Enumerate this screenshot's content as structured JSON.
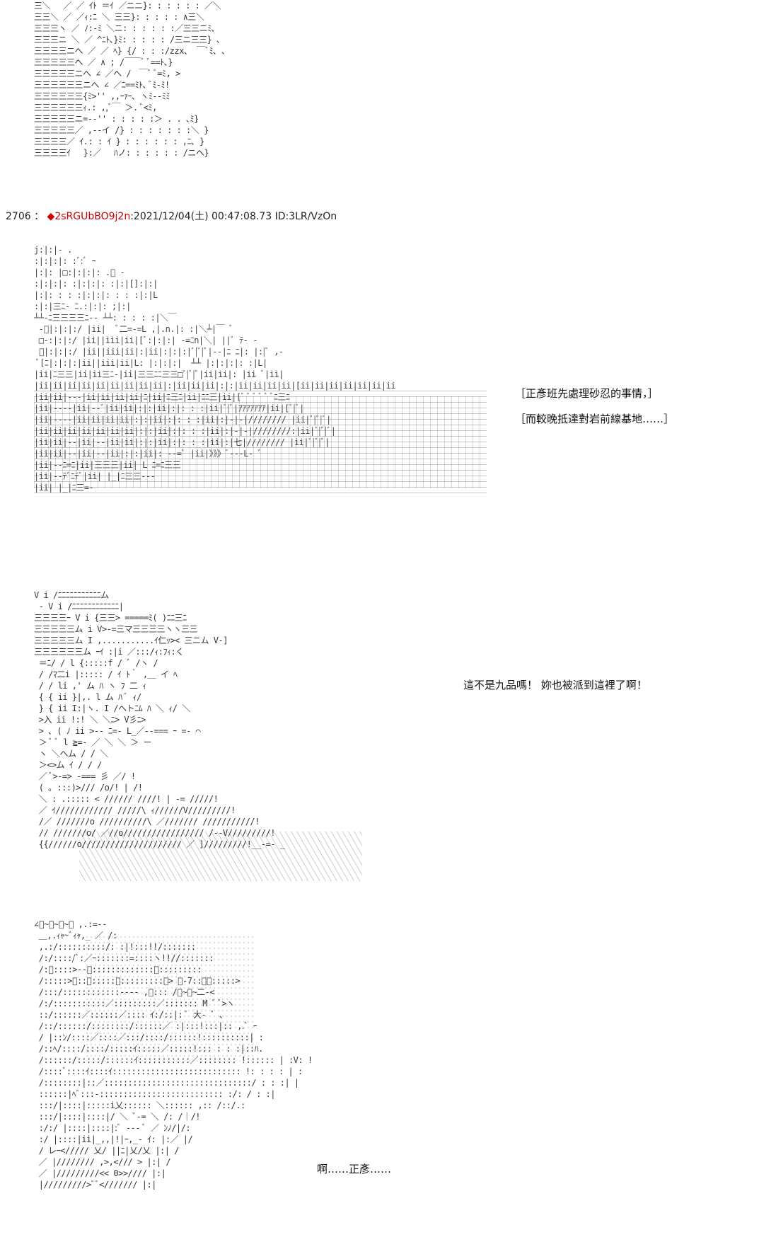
{
  "post": {
    "number": "2706",
    "separator": "：",
    "marker": "◆",
    "name": "2sRGUbBO9j2n",
    "datetime": ":2021/12/04(土) 00:47:08.73 ID:3LR/VzOn"
  },
  "captions": {
    "line1": "［正彥班先處理砂忍的事情，］",
    "line2": "［而較晚抵達對岩前線基地……］",
    "line3": "這不是九品嗎！ 妳也被派到這裡了啊！",
    "line4": "啊……正彥……"
  },
  "art": {
    "scene1": "三＼　 ／ ／ ｲﾄ ＝ｲ ／ニニ}: : : : : : ／＼\n三三＼ ／ ／ｨ:ﾆ ＼ 三三}: : : : : ∧三＼\n三三三ヽ ／ ﾉ:-ﾐ ＼ニ: : : : : :／三三ニﾐ､\n三三三ニ ＼ ／ ^ﾆﾄ､}ﾐ: : : : : /三ニ三三} ､\n三三三三ニへ ／ ／ ﾍ} {/ : : :/zzx、 ￣ﾞﾐ､ ､\n三三三三三へ ／ ∧ ; /￣￣ﾞ ﾞ==ﾄ､}\n三三三三三ニへ ∠ ／へ /　￣ﾞ ﾞ=ﾐ, >\n三三三三三三ニへ ∠ ／ﾆ==ﾐﾄ､ ﾞﾐ-ﾐ!\n三三三三三三{ﾐ>'' ,,ｰｧｰ､ ヽﾐ--ﾐﾐ\n三三三三三三ｨ.: ,,ﾞ￣ ＞. ﾞ<ﾐ,\n三三三三三ニ=-‐'' : : : : :＞ . . ､ﾐ}\n三三三三三／ ,--イ /} : : : : : : :＼ }\n三三三三／ ｲ.: : ｲ } : : : : : : ,ﾆ､ }\n三三三三ｲ　 }:／　 ﾊノ: : : : : : /ニへ}",
    "scene2": "j:|:|‐ .\n:|:|:|: :ﾞ:ﾞ ｰ\n|:|: |□:|:|:|: .ﾞ ‐\n:|:|:|: :|:|:|: :|:|[]:|:|\n|:|: : : :|:|:|: : : :|:|L\n:|:|三ﾆ‐ ﾆ.:|:|: ;|:|\n┴┴‐ﾆ三三三三ﾆ-‐ ┴┴: : : : :|＼￣\n ‐ﾞ|:|:|:/ |ii|  ﾞ二=-=L ,|.n.|: :|＼┴|￣ ﾞ \n □‐:|:|:/ |ii||iii|ii|[ﾞ:|:|:| ‐=ﾆn|＼| ||ﾞ ﾃ‐ ‐\n ﾞ|:|:|:/ |ii||iii|ii|:|ii|:|:|:|ﾞ|ﾞ|ﾞ|-‐|ﾆ ﾆ|: |:|ﾞ ,-\n ﾞ[ﾆ|:|:|:|ii||iii|ii|L: |:|:|:|  ┴┴ |:|:|:|: :|L|\n|ii|ﾆ三三|ii|ii三ﾆ‐|ii|三三ﾆﾆ三三□ﾞ|ﾞ|ﾞ|ii|ii|: |ii ﾞ|ii|\n|ii|ii|ii|ii|ii|ii|ii|ii|ii|:|ii|ii|ii|:|:|ii|ii|ii|ii|[ii|ii|ii|ii|ii|ii|ii\n|ii|ii|‐‐‐|ii|ii|ii|ii|ﾆ|ii|ﾆ三ﾆ|ii|ﾆﾆ三|ii|[ﾞ ﾞ ﾞ ﾞ ﾞ ﾞﾆ三ﾆ\n|ii|‐‐‐‐|ii|‐‐ﾞ|ii|ii|:|:|ii|:|: : :|ii|ﾞ|ﾞ|ｱｱｱｱｱｱｱ|ii|[ﾞ|ﾞ|\n|ii|‐‐‐‐|ii|ii|ii|ii|:|:|ii|:|: : :|ii|:|-|-|//////// |ii|ﾞ|ﾞ|ﾞ|\n|ii|ii|ii|ii|ii|ii|ii|:|:|ii|:|: : :|ii|:|-|-|////////:|ii|ﾞ|ﾞ|ﾞ|\n|ii|ii|‐‐|ii|‐‐|ii|ii|:|:|ii|:|: : :|ii|:|七|//////// |ii|ﾞ|ﾞ|ﾞ|\n|ii|ii|‐‐|ii|‐‐|ii|:|:|ii|: ‐‐=ﾞ |ii|》》》ﾞ‐‐‐L‐ ﾞ\n|ii|‐‐ﾆ=ﾆ|ii|三三三|ii| L ﾆ=ﾆ三三\n|ii|‐‐ﾃﾞﾆﾃﾞ|ii| |_|ﾆ三三‐‐‐\n|ii| |_|ﾆ三=‐",
    "scene3": "V i /ﾆﾆﾆﾆﾆﾆﾆﾆﾆﾆﾆム\n - V i /ﾆﾆﾆﾆﾆﾆﾆﾆﾆﾆﾆﾆ|\n三三三三ｰ V i {三三> =====ﾐ( )ﾆﾆ三ﾆ\n三三三三三ム i V>-=三マ三三三三ヽヽ三三\n三三三三三ム I ,...........ｲ仁ｯ>< 三ニム V-]\n三三三三三三ム ｰｲ :|i ／:::/ｨ:ﾌｨ:く\n ＝ﾆ/ / l {:::::f / ﾞ /ヽ /\n / /ﾏ二i |::::: / ｲ ﾄ｀ ,＿ イ ﾍ\n / / li ,' ム ﾊ ヽ ﾌ 二 ｨ\n { { ii }|,. l ム ﾊ ﾞ ｨ/\n } { ii I:|ヽ. I /へトﾆﾑ ﾊ ＼ ｨ/ ＼\n >入 ii !:! ＼ ＼ﾆ> V彡ﾆ>\n > ､ ( ﾉ ii >-‐ ﾆ=‐ L_／‐‐=== ｰ =‐ ⌒\n ＞ ﾞ ﾞ l ≧=‐ ／ ＼ ＼ ＞ ー\n ヽ ＼へム / / ＼\n ＞<>ム ｲ / / /\n ／ ﾞ>-=> -=== 彡 ／/ !\n ( ｡ :::)>/// /o/! | /!\n ＼ : .::::: < ////// ////! | -= /////!\n ／ ｲ//////////// /////\\ ｨ//////V/////////!\n /／ ///////o //////////\\ ／/////// ///////////!\n // ///////o/ ／//o///////////////// /‐‐V/////////!\n {{//////o///////////////////// ／ ]/////////!__-=- _",
    "scene4": "∠ﾞ~ﾞ~ﾞ~ﾞ ,.:=‐‐\n ＿,.ｨｬ~ﾞｨｬ,_ ／ /:\n ,.:/::::::::::/: :|!:::!!/:::::::\n /:/::::/ﾞ:／ｰ:::::::=::::ヽ!!//:::::::\n /:ﾞ::::>-‐ﾞ:::::::::::::ﾞ:::::::::\n /:::::>ﾞ::ｰ:::::ﾞ:::::::::ﾞ> ､-7::＼ﾞ:::::>\n /:::/::::::::::::‐‐‐- ,ﾞ::: /ﾞ~ﾞ~二‐<\n /:/:::::::::::／:::::::::／::::::: M ﾞ ﾞ>ヽ\n ::/::::::／::::::／:::: ｲ:/::|: ﾞ 大‐ ﾞ ､\n /::/::::::/::::::::/::::::／ :|:::!:::|:: ,.ﾞ ｰ\n / |::ﾝ/::::／::::／:::/::::/::::::!::::::::::| :\n /::ﾍ/::::/::::/:::::ｲ:::::／:::::!::: : : :|::ﾊ.\n /::::::/:::::/::::::ｲ:::::::::::／:::::::: !:::::: | :V: !\n /::::ﾞ::::ｲ::::ｲ::::::::::::::::::::::::::: !: : : : | :\n /::::::::|::／:::::::::::::::::::::::::::::::/ : : :| |\n ::::::|ﾍﾞ:::‐:::::::::::::::::::::::::: :/: / : :|\n :::/|::::|:::::i乂:::::: ＼:::::: ,:: /::/.:\n :::/|::::|::::|/ ＼ ﾞ‐= ＼ /: /｜/!\n :/:/ |::::|::::|:ﾞ ‐‐‐ ﾞ ／ ﾝﾉ/|/:\n :/ |::::|ii|_,,|!|ｰ,_‐ ｲ: |:／ |/\n / レｰ<///// 乂/ ||ﾆ|乂/乂 |:| /\n ／ |//////// ,>,</// > |:| /\n ／ |/////////<< 0>>//// |:|\n |/////////>ﾞﾞ</////// |:|"
  }
}
